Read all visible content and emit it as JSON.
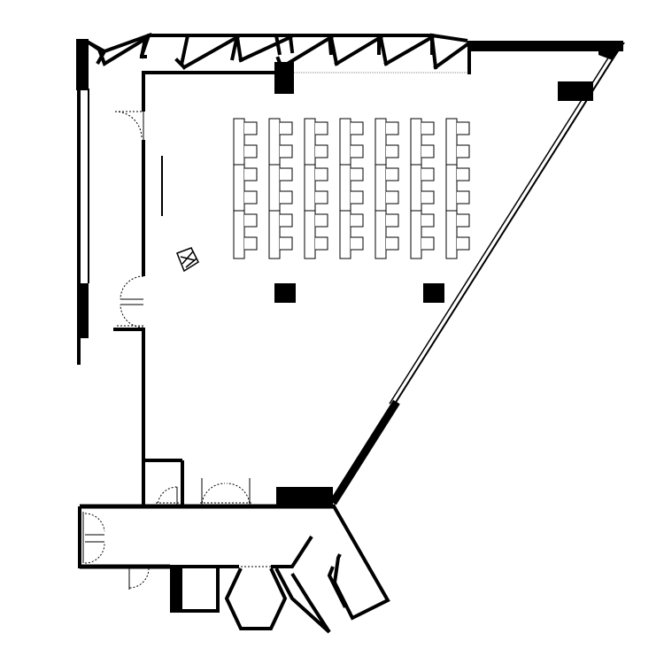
{
  "drawing": {
    "type": "architectural-floor-plan",
    "labels": []
  },
  "colors": {
    "background": "#ffffff",
    "ink": "#000000",
    "thin_line": "#888888"
  },
  "seating": {
    "columns": 7,
    "rows_per_column": 6,
    "tables_per_column": 3
  },
  "doors": {
    "west_wall_doors": 2,
    "south_wall_doors": 2,
    "corridor_doors": 2
  },
  "icons": [
    "lectern-icon",
    "column-icon",
    "door-swing-icon",
    "chair-icon",
    "table-icon"
  ]
}
